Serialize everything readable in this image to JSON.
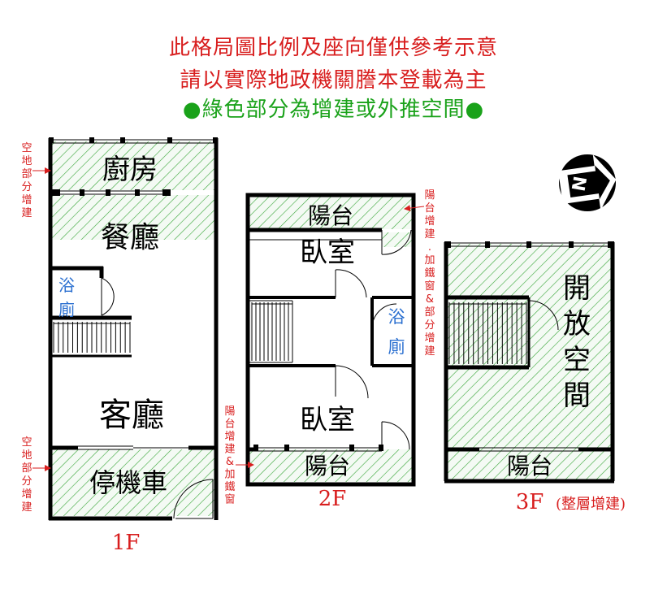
{
  "header": {
    "line1": "此格局圖比例及座向僅供參考示意",
    "line2": "請以實際地政機關謄本登載為主",
    "line3": "●綠色部分為增建或外推空間●"
  },
  "compass": {
    "label": "N",
    "icon": "north-arrow-icon"
  },
  "floor1": {
    "label": "1F",
    "rooms": {
      "kitchen": "廚房",
      "dining": "餐廳",
      "bath": "浴廁",
      "living": "客廳",
      "parking": "停機車"
    },
    "note_top": "空地部分增建",
    "note_bottom": "空地部分增建"
  },
  "floor2": {
    "label": "2F",
    "rooms": {
      "balcony_top": "陽台",
      "bedroom_top": "臥室",
      "bath": "浴廁",
      "bedroom_bottom": "臥室",
      "balcony_bottom": "陽台"
    },
    "note_right": "陽台增建.加鐵窗&部分增建",
    "note_left": "陽台增建&加鐵窗"
  },
  "floor3": {
    "label": "3F",
    "sub_label": "(整層增建)",
    "rooms": {
      "open_space": "開放空間",
      "balcony": "陽台"
    }
  },
  "colors": {
    "text_red": "#d81e1e",
    "text_green": "#1aa21a",
    "wall": "#000000",
    "hatch": "#39a639",
    "hatch_fill": "#eef7ee",
    "bath_text": "#2a6fd0"
  }
}
